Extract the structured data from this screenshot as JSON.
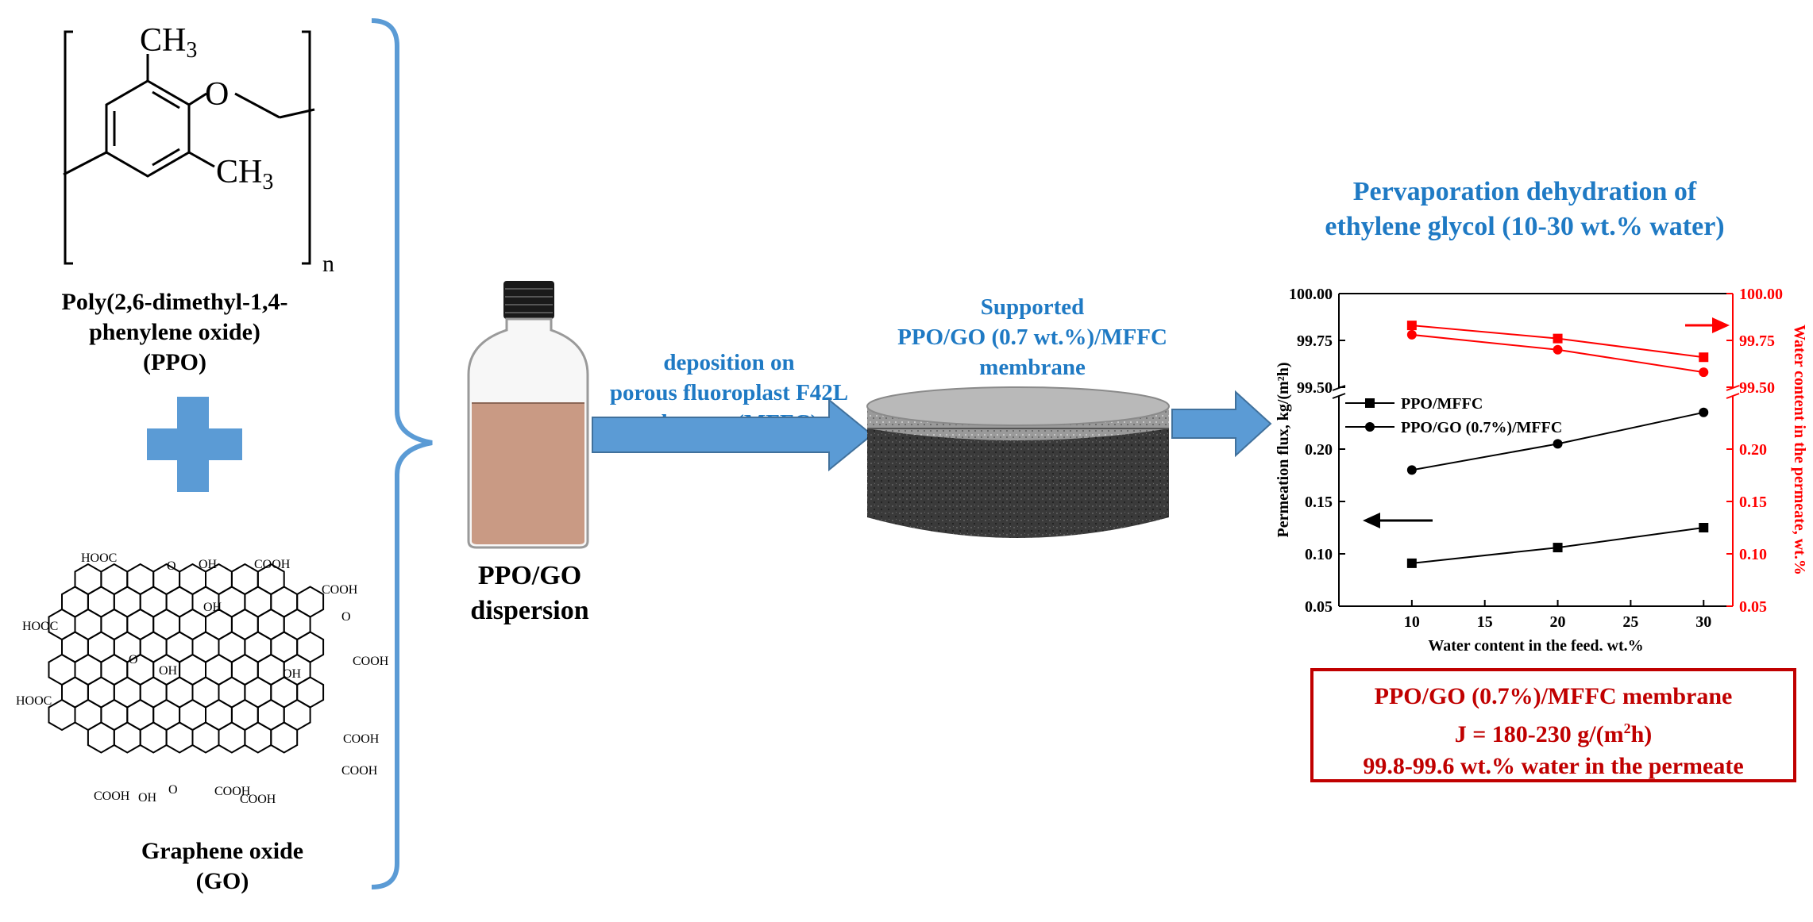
{
  "ppo": {
    "formula_ch3_top": "CH",
    "formula_ch3_bottom": "CH",
    "sub3": "3",
    "oxygen": "O",
    "repeat_n": "n",
    "name_line1": "Poly(2,6-dimethyl-1,4-",
    "name_line2": "phenylene oxide)",
    "name_abbr": "(PPO)"
  },
  "go": {
    "name": "Graphene oxide",
    "abbr": "(GO)",
    "groups": {
      "hooc": "HOOC",
      "cooh": "COOH",
      "oh": "OH",
      "o": "O"
    }
  },
  "dispersion": {
    "line1": "PPO/GO",
    "line2": "dispersion"
  },
  "step1": {
    "line1": "deposition on",
    "line2": "porous fluoroplast F42L",
    "line3": "substrate (MFFC)"
  },
  "membrane": {
    "line1": "Supported",
    "line2": "PPO/GO (0.7 wt.%)/MFFC",
    "line3": "membrane"
  },
  "chart_title": {
    "line1": "Pervaporation dehydration of",
    "line2": "ethylene glycol (10-30 wt.% water)"
  },
  "result": {
    "line1": "PPO/GO (0.7%)/MFFC membrane",
    "line2_prefix": "J = 180-230 g/(m",
    "line2_sup": "2",
    "line2_suffix": "h)",
    "line3": "99.8-99.6 wt.% water in the permeate"
  },
  "colors": {
    "accent_blue": "#1f7ac4",
    "arrow_fill": "#5b9bd5",
    "red": "#ff0000",
    "dark_red": "#c00000",
    "liquid": "#c99a84"
  },
  "chart_data": {
    "type": "line",
    "xlabel": "Water content in the feed, wt.%",
    "ylabel_left": "Permeation flux, kg/(m²h)",
    "ylabel_right": "Water content in the permeate, wt.%",
    "x_ticks": [
      "10",
      "15",
      "20",
      "25",
      "30"
    ],
    "y_left_ticks_low": [
      "0.05",
      "0.10",
      "0.15",
      "0.20"
    ],
    "y_left_ticks_high": [
      "99.50",
      "99.75",
      "100.00"
    ],
    "y_right_ticks_low": [
      "0.05",
      "0.10",
      "0.15",
      "0.20"
    ],
    "y_right_ticks_high": [
      "99.50",
      "99.75",
      "100.00"
    ],
    "x": [
      10,
      20,
      30
    ],
    "xlim": [
      5,
      32
    ],
    "ylim_low": [
      0.05,
      0.25
    ],
    "ylim_high": [
      99.5,
      100.0
    ],
    "axis_break": true,
    "legend_position": "upper-left",
    "series": [
      {
        "name": "PPO/MFFC",
        "axis": "left",
        "marker": "square",
        "color": "#000000",
        "values": [
          0.091,
          0.106,
          0.125
        ]
      },
      {
        "name": "PPO/GO (0.7%)/MFFC",
        "axis": "left",
        "marker": "circle",
        "color": "#000000",
        "values": [
          0.18,
          0.205,
          0.235
        ]
      },
      {
        "name": "",
        "axis": "right",
        "marker": "square",
        "color": "#ff0000",
        "values": [
          99.83,
          99.76,
          99.66
        ]
      },
      {
        "name": "",
        "axis": "right",
        "marker": "circle",
        "color": "#ff0000",
        "values": [
          99.78,
          99.7,
          99.58
        ]
      }
    ]
  }
}
